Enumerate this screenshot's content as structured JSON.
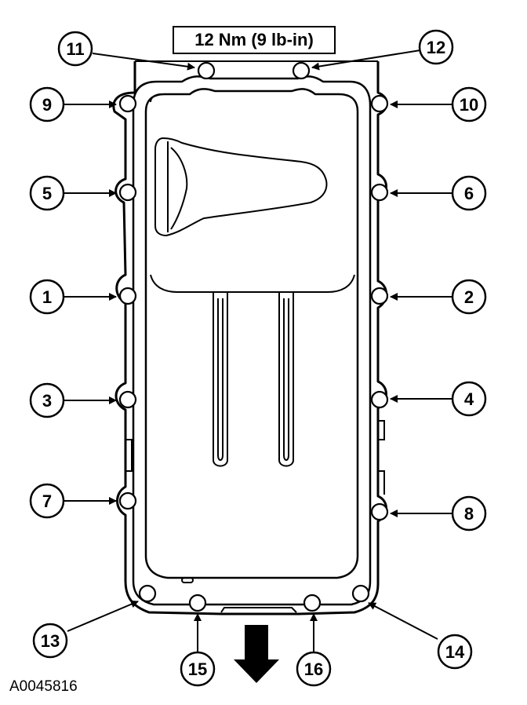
{
  "torque_spec": "12 Nm (9 lb-in)",
  "figure_id": "A0045816",
  "callouts": [
    "1",
    "2",
    "3",
    "4",
    "5",
    "6",
    "7",
    "8",
    "9",
    "10",
    "11",
    "12",
    "13",
    "14",
    "15",
    "16"
  ]
}
